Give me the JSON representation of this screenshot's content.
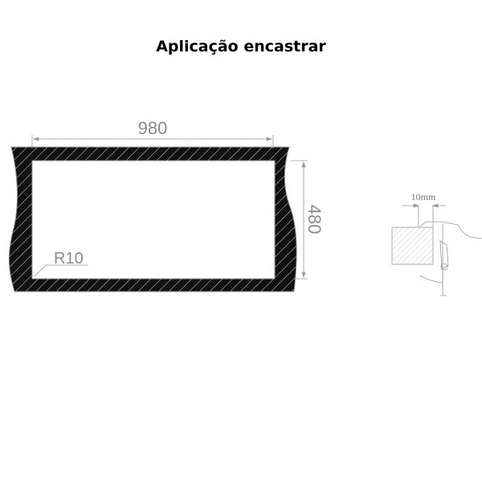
{
  "title": "Aplicação encastrar",
  "drawing": {
    "width_label": "980",
    "height_label": "480",
    "radius_label": "R10",
    "detail_gap_label": "10mm"
  },
  "colors": {
    "frame": "#111111",
    "dimension": "#8a8a8a"
  }
}
